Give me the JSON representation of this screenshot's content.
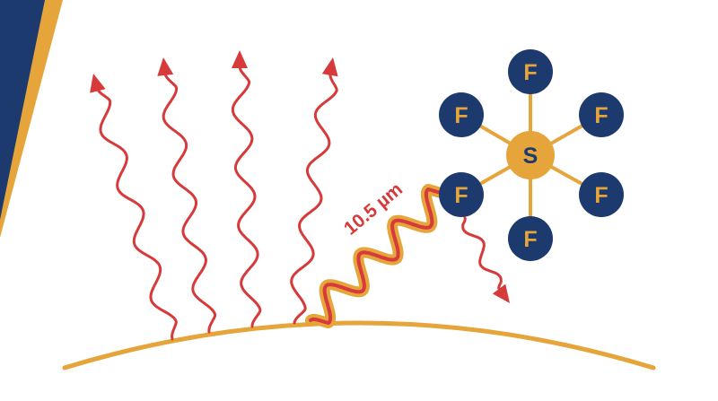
{
  "colors": {
    "navy": "#1d3a6e",
    "gold": "#e5a53a",
    "red": "#d63a3a",
    "background": "#ffffff"
  },
  "wavelength_label": "10.5 µm",
  "molecule": {
    "center": {
      "symbol": "S"
    },
    "ligands": [
      {
        "symbol": "F"
      },
      {
        "symbol": "F"
      },
      {
        "symbol": "F"
      },
      {
        "symbol": "F"
      },
      {
        "symbol": "F"
      },
      {
        "symbol": "F"
      }
    ]
  }
}
